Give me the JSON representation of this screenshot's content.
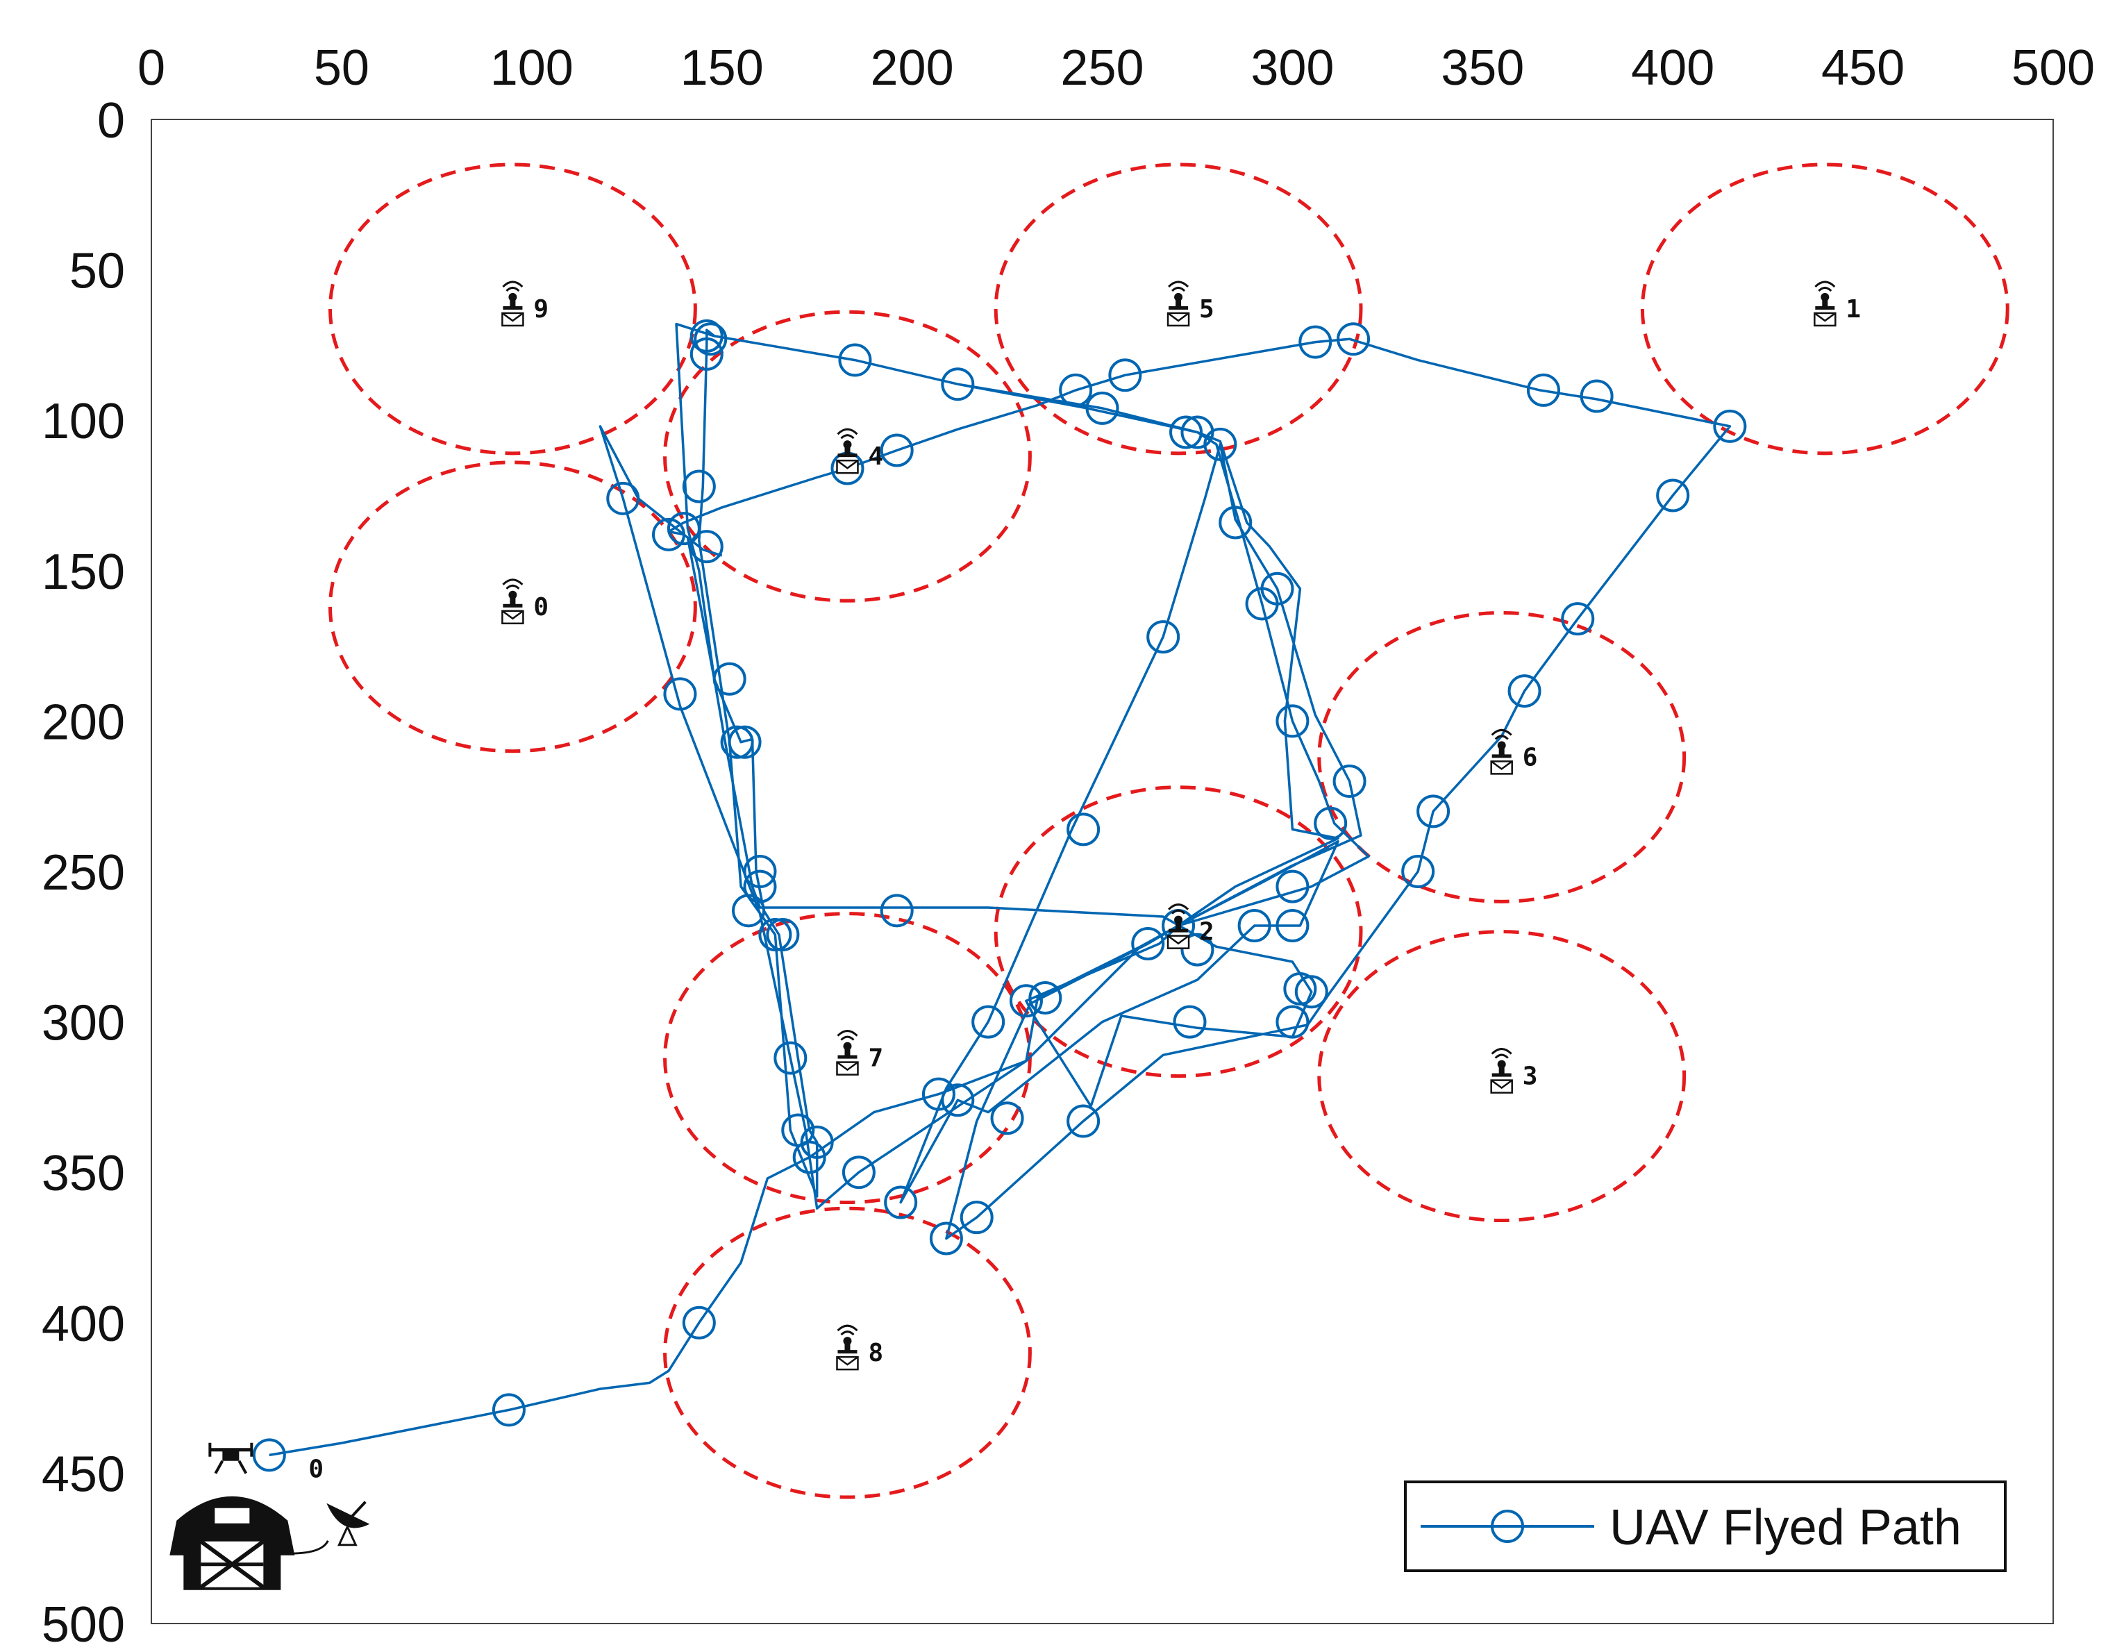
{
  "chart_data": {
    "type": "scatter",
    "title": "",
    "xlabel": "",
    "ylabel": "",
    "xlim": [
      0,
      500
    ],
    "ylim": [
      0,
      500
    ],
    "y_axis_inverted": true,
    "x_axis_position": "top",
    "x_ticks": [
      "0",
      "50",
      "100",
      "150",
      "200",
      "250",
      "300",
      "350",
      "400",
      "450",
      "500"
    ],
    "y_ticks": [
      "0",
      "50",
      "100",
      "150",
      "200",
      "250",
      "300",
      "350",
      "400",
      "450",
      "500"
    ],
    "grid": false,
    "legend": {
      "position": "bottom-right",
      "entries": [
        "UAV Flyed Path"
      ]
    },
    "colors": {
      "path": "#0066B2",
      "coverage": "#E41A1C",
      "axis": "#222222"
    },
    "coverage_radius": 48,
    "base": {
      "label": "0",
      "x": 30,
      "y": 445
    },
    "sensors": [
      {
        "label": "0",
        "x": 95,
        "y": 162
      },
      {
        "label": "1",
        "x": 440,
        "y": 63
      },
      {
        "label": "2",
        "x": 270,
        "y": 270
      },
      {
        "label": "3",
        "x": 355,
        "y": 318
      },
      {
        "label": "4",
        "x": 183,
        "y": 112
      },
      {
        "label": "5",
        "x": 270,
        "y": 63
      },
      {
        "label": "6",
        "x": 355,
        "y": 212
      },
      {
        "label": "7",
        "x": 183,
        "y": 312
      },
      {
        "label": "8",
        "x": 183,
        "y": 410
      },
      {
        "label": "9",
        "x": 95,
        "y": 63
      }
    ],
    "series": [
      {
        "name": "UAV Flyed Path",
        "marker": "o",
        "points": [
          [
            31,
            444
          ],
          [
            50,
            440
          ],
          [
            94,
            429
          ],
          [
            118,
            422
          ],
          [
            131,
            420
          ],
          [
            136,
            416
          ],
          [
            144,
            400
          ],
          [
            155,
            380
          ],
          [
            162,
            352
          ],
          [
            173,
            345
          ],
          [
            190,
            330
          ],
          [
            207,
            324
          ],
          [
            230,
            313
          ],
          [
            233,
            292
          ],
          [
            260,
            275
          ],
          [
            270,
            268
          ],
          [
            285,
            255
          ],
          [
            312,
            239
          ],
          [
            300,
            236
          ],
          [
            298,
            200
          ],
          [
            302,
            156
          ],
          [
            294,
            142
          ],
          [
            288,
            134
          ],
          [
            281,
            107
          ],
          [
            275,
            104
          ],
          [
            250,
            96
          ],
          [
            212,
            88
          ],
          [
            185,
            80
          ],
          [
            148,
            72
          ],
          [
            138,
            68
          ],
          [
            141,
            136
          ],
          [
            144,
            150
          ],
          [
            148,
            186
          ],
          [
            155,
            207
          ],
          [
            158,
            206
          ],
          [
            159,
            250
          ],
          [
            161,
            263
          ],
          [
            165,
            271
          ],
          [
            170,
            312
          ],
          [
            173,
            336
          ],
          [
            175,
            340
          ],
          [
            175,
            358
          ],
          [
            168,
            336
          ],
          [
            164,
            271
          ],
          [
            155,
            255
          ],
          [
            152,
            207
          ],
          [
            144,
            140
          ],
          [
            145,
            122
          ],
          [
            146,
            75
          ],
          [
            146,
            70
          ],
          [
            148,
            72
          ],
          [
            185,
            80
          ],
          [
            212,
            88
          ],
          [
            246,
            96
          ],
          [
            275,
            104
          ],
          [
            280,
            108
          ],
          [
            286,
            134
          ],
          [
            292,
            161
          ],
          [
            300,
            200
          ],
          [
            307,
            220
          ],
          [
            311,
            234
          ],
          [
            320,
            245
          ],
          [
            305,
            255
          ],
          [
            270,
            268
          ],
          [
            265,
            274
          ],
          [
            230,
            293
          ],
          [
            232,
            298
          ],
          [
            247,
            328
          ],
          [
            255,
            298
          ],
          [
            275,
            302
          ],
          [
            300,
            305
          ],
          [
            305,
            290
          ],
          [
            300,
            280
          ],
          [
            280,
            275
          ],
          [
            266,
            265
          ],
          [
            220,
            262
          ],
          [
            196,
            262
          ],
          [
            160,
            262
          ],
          [
            158,
            255
          ],
          [
            151,
            208
          ],
          [
            148,
            186
          ],
          [
            141,
            139
          ],
          [
            138,
            136
          ],
          [
            128,
            126
          ],
          [
            118,
            102
          ],
          [
            124,
            126
          ],
          [
            139,
            195
          ],
          [
            160,
            264
          ],
          [
            172,
            336
          ],
          [
            175,
            362
          ],
          [
            186,
            350
          ],
          [
            230,
            313
          ],
          [
            260,
            275
          ],
          [
            270,
            268
          ],
          [
            293,
            253
          ],
          [
            312,
            240
          ],
          [
            302,
            268
          ],
          [
            290,
            268
          ],
          [
            275,
            286
          ],
          [
            250,
            300
          ],
          [
            220,
            330
          ],
          [
            212,
            326
          ],
          [
            197,
            360
          ],
          [
            209,
            322
          ],
          [
            220,
            300
          ],
          [
            242,
            236
          ],
          [
            266,
            172
          ],
          [
            277,
            126
          ],
          [
            281,
            108
          ],
          [
            285,
            133
          ],
          [
            296,
            156
          ],
          [
            306,
            198
          ],
          [
            315,
            220
          ],
          [
            318,
            238
          ],
          [
            300,
            248
          ],
          [
            270,
            268
          ],
          [
            262,
            274
          ],
          [
            231,
            294
          ],
          [
            217,
            333
          ],
          [
            209,
            372
          ],
          [
            217,
            365
          ],
          [
            245,
            333
          ],
          [
            266,
            311
          ],
          [
            300,
            302
          ],
          [
            304,
            301
          ],
          [
            310,
            290
          ],
          [
            333,
            250
          ],
          [
            337,
            230
          ],
          [
            355,
            205
          ],
          [
            361,
            190
          ],
          [
            375,
            166
          ],
          [
            400,
            125
          ],
          [
            415,
            102
          ],
          [
            380,
            93
          ],
          [
            365,
            90
          ],
          [
            333,
            80
          ],
          [
            315,
            73
          ],
          [
            306,
            74
          ],
          [
            256,
            85
          ],
          [
            243,
            90
          ],
          [
            233,
            95
          ],
          [
            212,
            103
          ],
          [
            196,
            110
          ],
          [
            183,
            116
          ],
          [
            175,
            119
          ],
          [
            150,
            129
          ],
          [
            140,
            134
          ],
          [
            136,
            137
          ],
          [
            140,
            138
          ],
          [
            145,
            143
          ],
          [
            150,
            145
          ]
        ],
        "marker_points": [
          [
            31,
            444
          ],
          [
            94,
            429
          ],
          [
            144,
            400
          ],
          [
            173,
            345
          ],
          [
            175,
            340
          ],
          [
            186,
            350
          ],
          [
            197,
            360
          ],
          [
            209,
            372
          ],
          [
            217,
            365
          ],
          [
            245,
            333
          ],
          [
            225,
            332
          ],
          [
            212,
            326
          ],
          [
            207,
            324
          ],
          [
            220,
            300
          ],
          [
            230,
            293
          ],
          [
            235,
            292
          ],
          [
            245,
            236
          ],
          [
            266,
            172
          ],
          [
            275,
            104
          ],
          [
            281,
            108
          ],
          [
            285,
            134
          ],
          [
            296,
            156
          ],
          [
            292,
            161
          ],
          [
            300,
            200
          ],
          [
            315,
            220
          ],
          [
            310,
            234
          ],
          [
            300,
            255
          ],
          [
            290,
            268
          ],
          [
            300,
            268
          ],
          [
            305,
            290
          ],
          [
            302,
            289
          ],
          [
            300,
            300
          ],
          [
            273,
            300
          ],
          [
            275,
            276
          ],
          [
            270,
            268
          ],
          [
            262,
            274
          ],
          [
            196,
            263
          ],
          [
            160,
            255
          ],
          [
            157,
            263
          ],
          [
            164,
            271
          ],
          [
            166,
            271
          ],
          [
            168,
            312
          ],
          [
            170,
            336
          ],
          [
            160,
            250
          ],
          [
            154,
            207
          ],
          [
            156,
            207
          ],
          [
            152,
            186
          ],
          [
            139,
            191
          ],
          [
            124,
            126
          ],
          [
            136,
            138
          ],
          [
            140,
            136
          ],
          [
            146,
            142
          ],
          [
            144,
            122
          ],
          [
            146,
            78
          ],
          [
            146,
            72
          ],
          [
            147,
            73
          ],
          [
            185,
            80
          ],
          [
            196,
            110
          ],
          [
            212,
            88
          ],
          [
            243,
            90
          ],
          [
            250,
            96
          ],
          [
            256,
            85
          ],
          [
            272,
            104
          ],
          [
            306,
            74
          ],
          [
            316,
            73
          ],
          [
            366,
            90
          ],
          [
            380,
            92
          ],
          [
            415,
            102
          ],
          [
            400,
            125
          ],
          [
            375,
            166
          ],
          [
            361,
            190
          ],
          [
            337,
            230
          ],
          [
            333,
            250
          ],
          [
            183,
            116
          ]
        ]
      }
    ]
  }
}
